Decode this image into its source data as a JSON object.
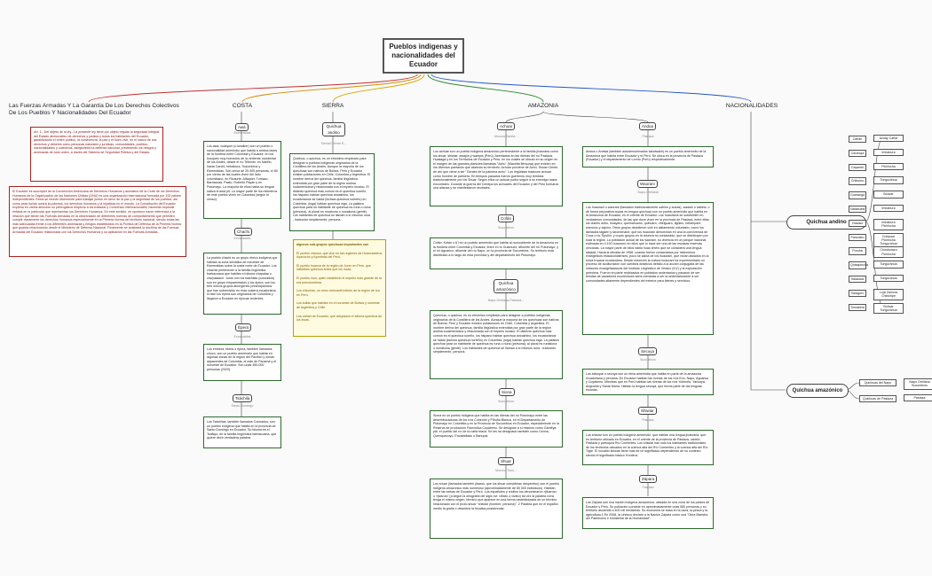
{
  "root": {
    "title": "Pueblos indigenas y nacionalidades del Ecuador"
  },
  "branches": {
    "left": "Las Fuerzas Armadas Y La Garantía De Los Derechos Colectivos De Los Pueblos Y Nacionalidades Del Ecuador",
    "costa": "COSTA",
    "sierra": "SIERRA",
    "amazonia": "AMAZONIA",
    "nacionalidades": "NACIONALIDADES"
  },
  "left": {
    "art1": "Art. 1.- Del objeto de la ley.- La presente ley tiene por objeto regular la seguridad integral del Estado democrático de derechos y justicia y todos los habitantes del Ecuador, garantizando el orden público, la convivencia, la paz y el buen vivir, en el marco de sus derechos y deberes como personas naturales y jurídicas, comunidades, pueblos, nacionalidades y colectivos, asegurando la defensa nacional, previniendo los riesgos y amenazas de todo orden, a través del Sistema de Seguridad Pública y del Estado.",
    "convenio": "El Ecuador es suscriptor de la Convención Americana de Derechos Humanos y asimismo de la Corte de los Derechos Humanos de la Organización de las Naciones Unidas (ONU) es una organización internacional formada por 192 países independientes. Estos se reúnen libremente para trabajar juntos en favor de la paz y la seguridad de los pueblos, así como para luchar contra la pobreza, los derechos humanos y la injusticia en el mundo. La Constitución del Ecuador expresa en varios artículos su prerrogativa respecto a los tratados y Convenios Internacionales, haciendo especial énfasis en lo particular que representan los Derechos Humanos. En este sentido, es oportuno hacer referencia a la relación que tienen las Fuerzas Armadas en la observación de diferentes normas de comportamiento que permiten cumplir claramente los derechos humanos especialmente en la Primera Norma del territorio nacional, siendo estas las más adecuadas frente a los diferentes amenazas y riesgos establecidos en la Política de Defensa de la Primera Norma que guarda relacionando desde el Ministerio de Defensa Nacional. Finalmente se analizará la doctrina de las Fuerzas Armadas del Ecuador relacionada con los Derechos Humanos y su aplicación en las Fuerzas Armadas."
  },
  "costa": {
    "awa": {
      "label": "Awá",
      "sub": "Esmeraldas",
      "text": "Los awá, cuáiquer (o kwaiker) son un pueblo o nacionalidad amerindio que habita a ambos lados de la frontera entre Colombia y Ecuador, en los bosques muy húmedos de la vertiente occidental de los Andes, desde el río Telembí, en Nariño, hasta Carchi, Imbabura, Sucumbíos y Esmeraldas. Son cerca de 25 000 personas, el 80 por ciento de las cuales viven del lado colombiano, en Ricaurte, Altaquer, Tumaco, Barbacoas, Pasto, Roberto Payán y en Putumayo. La mayoría de ellos habla su lengua nativa el awá pit. La mayor parte de los miembros de este pueblo viven en Colombia (según el censo)."
    },
    "chachi": {
      "label": "Chachi",
      "sub": "Esmeraldas",
      "text": "La pueblo chachi es un grupo étnico indígena que habitan la zona selvática de noroeste de Esmeraldas sobre la costa norte de Ecuador. Los chachis pertenecen a la familia lingüística barbacoana que habitan el idioma chapalaa o cha'palaach. Junto con los tsáchilas (colorados) son en grupo emparentados y los épera, son los tres únicos grupos aborígenes preshispánicos que han sobrevivido en esta costera ecuatoriana, si bien los épera son originarios de Colombia y llegaron a Ecuador en épocas recientes."
    },
    "epera": {
      "label": "Épera",
      "sub": "Esmeraldas",
      "text": "Los embera, ebera o épera, también llamados chocó, son un pueblo amerindio que habita en algunas zonas de la región del Pacífico y zonas adyacentes de Colombia, al este de Panamá y el noroeste de Ecuador. Son unas 350.000 personas (2020)."
    },
    "tsachila": {
      "label": "Tsáchila",
      "sub": "Santo Domingo",
      "text": "Los Tsáchilas, también llamados Colorados, son un pueblo indígena que habita en la provincia de Santo Domingo en Ecuador. Su idioma es el Tsafiqui, de la familia lingüística barbacoana, que quiere decir verdadera palabra."
    }
  },
  "sierra": {
    "kichwa": {
      "label": "Quichua andino",
      "sub": "Sierra/Oriente E...",
      "text": "Quichua, o quichua, es un etnónimo empleado para designar a pueblos indígenas originarios de la Cordillera de los Andes. Aunque la mayoría de los quechuas son nativos de Bolivia, Perú y Ecuador existen poblaciones en Chile, Colombia y Argentina. El nombre deriva del quechua, familia lingüística extendida por gran parte de la región andina sudamericana y relacionada con el imperio incaico. El dialecto quechua más común es el quechua sureño, los hispano hablan quechua ancashino, los ecuatorianos se habla (kichwa quechua norteño) en Colombia, (inga) hablan quechua inga. La palabra quechua para un habitante de quechua es runa o nuna (persona), al plural es runakuna o nunakuna (gente). Los hablantes de quechua se llaman a sí mismos runa - traducido simplemente, persona."
    },
    "groups_title": "algunos sub-grupos quechuas importantes son",
    "groups": [
      "El pueblo chanca, que vive en las regiones de Huancavelica, Ayacucho y Apurimac del Perú.",
      "El pueblo huanca de la región de Junín en Perú, que hablaban quechua antes que los incas.",
      "El pueblo inca, quien estableció el imperio más grande de la era precolombina.",
      "Los chinchas, un reino mercantil extinto de la región de Ica en Perú.",
      "Los kollas que habitan en el noroeste de Bolivia y noroeste de Argentina y Chile.",
      "Los cañari de Ecuador, que adoptaron el idioma quechua de los incas."
    ]
  },
  "amazonia": {
    "achuar": {
      "label": "Achuar",
      "sub": "Morona Santia...",
      "text": "Los achuar son un pueblo indígena amazónico perteneciente a la familia jivaroana como los shuar, shiwiar, awajún y wampis (Perú). Asentados en las riberas del río Pastaza, Huasaga y en los Territorios de Ecuador y Perú, en los cuales se ubican en su origen en el margen de las grandes planicies llamadas \"Achu\" (Mauritia flexuosa) que existen en los diversos pantanos que abarcan su territorio. Achuar proviene de Achu, Shuar=Gente, de ahí que viene a ser \"Gentes de la palmera achu\". Los lingüistas traducen achuar como hombre de palmera. En tiempos pasados fueron guerreros muy temidos tradicionalmente por los Shuar. Según ellos un achuar podía seguir a su enemigo hasta encontrarlo. Durante la guerra del Cenepa los achuares del Ecuador y del Perú formaron una alianza y se manifestaron neutrales."
    },
    "cofan": {
      "label": "Cofán",
      "sub": "Sucumbíos",
      "text": "Cofán, Kofán o A'i es un pueblo amerindio que habita al noroccidente de la Amazonía en la frontera entre Colombia y Ecuador, entre el río Guamuez, afluente del río Putumayo, y el río Aguarico, afluente del río Napo, en la provincia de Sucumbíos. Su territorio está distribuido a lo largo de esta provincia y del departamento del Putumayo."
    },
    "kichwa": {
      "label": "Quichua amazónico",
      "sub": "Napo-Orellana-Pastaza...",
      "text": "Quechua, o quichua, es un etnónimo empleado para designar a pueblos indígenas originarios de la Cordillera de los Andes. Aunque la mayoría de los quechuas son nativos de Bolivia, Perú y Ecuador existen poblaciones en Chile, Colombia y Argentina. El nombre deriva del quechua, familia lingüística extendida por gran parte de la región andina sudamericana y relacionada con el imperio incaico. El dialecto quechua más común es el quechua sureño, los hispano hablan quechua ancashino, los ecuatorianos se habla (kichwa quechua norteño) en Colombia, (inga) hablan quechua inga. La palabra quechua para un habitante de quechua es runa o nuna (persona), al plural es runakuna o nunakuna (gente). Los hablantes de quechua se llaman a sí mismos runa - traducido simplemente, persona."
    },
    "siona": {
      "label": "Siona",
      "sub": "Sucumbíos",
      "text": "Siona es un pueblo indígena que habita en las riberas del río Putumayo entre las desembocaduras de los ríos Cohembí y Piñuña Blanca, en el Departamento de Putumayo en Colombia y en la Provincia de Sucumbíos en Ecuador, especialmente en la Reserva de producción Faunística Cuyabeno. Se designan a sí mismos como Gantëya pâi, el pueblo del río de la caña brava. Se les ha designado también como Ceona, Quenquecoyo, Encabellado o Banupai."
    },
    "shuar": {
      "label": "Shuar",
      "sub": "Morona Sant...",
      "text": "Los shuar (llamados también jíbaros, que los shuar consideran despectivo) son el pueblo indígena amazónico más numeroso (aproximadamente de 80 000 individuos). Habitan entre las selvas de Ecuador y Perú. Los españoles y criollos los denominaron «jíbaros» o «jivaros» (a según la ortografía del siglo xvi: xíbaro o xivaro) tal vez la palabra xívra tenga el mismo origen, término que aparece en una forma castellanizada de un término relacionado con el proto-shuar \"shiwiar (hombre, persona)\". 2 Palabra que en el español medio la grafía x describía la fricativa postalveolar."
    },
    "andoa": {
      "label": "Andoa",
      "sub": "Pastaza",
      "text": "Andoa o Andwa (también autodenominados kandwash) es un pueblo amerindio de la Amazonía que habita entre Ecuador y el Perú. Se ubica en la provincia de Pastaza (Ecuador) y el departamento de Loreto (Perú) respectivamente."
    },
    "waorani": {
      "label": "Waorani",
      "sub": "Napo-Orellana",
      "text": "Los huaorani o waorani (llamados tradicionalmente uahins y aucas), wadani o sabela, o de forma peyorativa aucas en lengua quichua) son un pueblo amerindio que habita en la Amazonía de Ecuador, en el oriente de Ecuador. Los huaoranis se subdividen en verdaderos comunidades, de las que doce viven en la provincia de Pastaza, entre ellas los clanes dobu, huaiyaru, quemahuano, quihuaro, ohiriguaro, tigüino, toñampare, wamono y zapino. Otros grupos decidieron vivir en aislamiento voluntario, como los llamados tagaeri y taromenane, que los huaorani denominan en una la convivencia de Coca o rio Tiputini, y cuyos grupos en la reserva no contactado, que se distribuyen por toda la región. La población actual de los waorani, su vivencia en un parque nacional estimada en 4.100 huaorani, en ellos que lo hace ser una de las escasas reservas cercanas. La mayor parte de ellos habla huao terero que se considera una lengua aislada. Hacia la década de 1958, cuando fueron contactados por misioneros evangélicos estadounidenses, poco se sabía de los huaorani, que vivían aislados en la selva tropical ecuatoriana. Desde entonces la cultura huaorani ha experimentado un proceso de aculturación con cambios drásticos debido a la acción conjugada de las misiones evangelizadoras del Instituto Lingüístico de Verano (ILV) y la explotación petrolera. Fueron en parte reubicados en poblados sedentarios y pasaron de ser tenidas de cazadores recolectores semi-nómadas a ser la sedentarización a ser comunidades altamente dependientes del exterior para bienes y servicios."
    },
    "secoya": {
      "label": "Secoya",
      "sub": "Sucumbíos",
      "text": "Los siekopai o secoya son un etnia amerindia que habita en parte de la amazonia ecuatoriana y peruana. En Ecuador habitan las riveras de los ríos Eno, Napo, Aguarico y Cuyabeno. Mientras que en Perú habitan las riveras de los ríos Yubineto, Yaricaya, Angusilla y Santa María. Hablan la lengua secoya, que forma parte de las lenguas tucanas."
    },
    "shiwiar": {
      "label": "Shiwiar",
      "sub": "Pastaza",
      "text": "Los shiwiar son un pueblo indígena amerindio, que hablan una lengua jivaroana, que en territorio ubicado en Ecuador, en el oriente de la provincia de Pastaza, cantón Pastaza y parroquia Río Corrientes. Los shiwiar han sido los habitantes tradicionales de los territorios ubicados en la cuenca alta del Río Corrientes y la cuenca alta del Río Tigre. El vocablo shiwiar tiene más de un significado dependiendo de su contexto siendo el significado básico 'frontera'."
    },
    "zapara": {
      "label": "Zápara",
      "sub": "Pastaza",
      "text": "Los Zapara son una nación indígena amazónica, ubicada en una zona de los países de Ecuador y Perú. Su población consiste en aproximadamente unas 560 personas y su territorio asciende a 400 mil hectáreas. Su economía se basa en la caza, la pesca y la agricultura.1 En 2008, la Unesco declaró a la Nación Zápara como una \"Obra Maestra del Patrimonio e Inmaterial de la Humanidad\"."
    }
  },
  "nacionalidades": {
    "andino": {
      "label": "Quichua andino",
      "pairs": [
        [
          "Cañari",
          "Azuay Cañar"
        ],
        [
          "Caranqui",
          "Imbabura"
        ],
        [
          "Cayambi",
          "Pichincha"
        ],
        [
          "Chibuleo",
          "Tungurahua"
        ],
        [
          "Guaranga",
          "Bolívar"
        ],
        [
          "Natabuela",
          "Imbabura"
        ],
        [
          "Otavalo",
          "Imbabura Pichincha"
        ],
        [
          "Panzaleo",
          "Cotopaxi Pichincha Tungurahua"
        ],
        [
          "Puruhá",
          "Chimborazo Pichincha"
        ],
        [
          "Quisapincha",
          "Tungurahua"
        ],
        [
          "Salasaca",
          "Tungurahua"
        ],
        [
          "Saraguro",
          "Loja Zamora Chinchipe"
        ],
        [
          "Tomabela",
          "Bolívar Tungurahua"
        ]
      ]
    },
    "amazonico": {
      "label": "Quichua amazónico",
      "pairs": [
        [
          "Quichuas del Napo",
          "Napo Orellana Sucumbíos"
        ],
        [
          "Quichuas de Pastaza",
          "Pastaza"
        ]
      ]
    }
  },
  "colors": {
    "costa": "#d88a00",
    "sierra": "#d8a800",
    "amazonia": "#2a8a2a",
    "nacionalidades": "#2456c8",
    "left": "#c03030"
  }
}
